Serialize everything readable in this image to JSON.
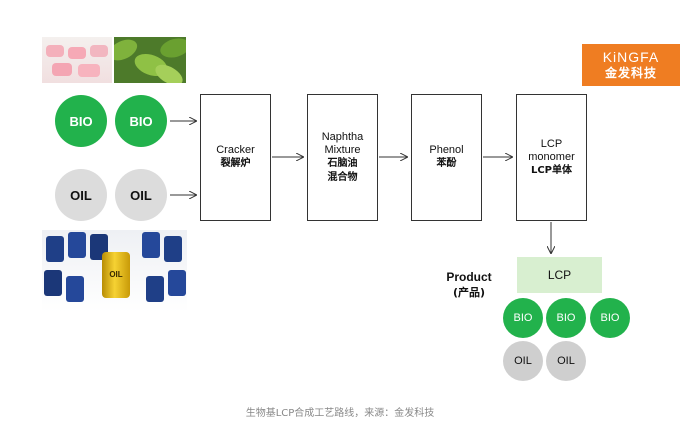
{
  "inputs": {
    "bio": [
      "BIO",
      "BIO"
    ],
    "oil": [
      "OIL",
      "OIL"
    ],
    "barrel_label": "OIL"
  },
  "steps": [
    {
      "en": "Cracker",
      "cn": "裂解炉"
    },
    {
      "en": "Naphtha\nMixture",
      "cn": "石脑油\n混合物"
    },
    {
      "en": "Phenol",
      "cn": "苯酚"
    },
    {
      "en": "LCP\nmonomer",
      "cn": "LCP单体"
    }
  ],
  "product": {
    "label_en": "Product",
    "label_cn": "(产品)",
    "name": "LCP",
    "bio": [
      "BIO",
      "BIO",
      "BIO"
    ],
    "oil": [
      "OIL",
      "OIL"
    ]
  },
  "logo": {
    "line1": "KiNGFA",
    "line2": "金发科技"
  },
  "caption": "生物基LCP合成工艺路线，来源：金发科技",
  "colors": {
    "bio_green": "#22b24c",
    "oil_grey": "#dcdcdc",
    "logo_orange": "#ef7d22",
    "product_green": "#d8efd0"
  }
}
